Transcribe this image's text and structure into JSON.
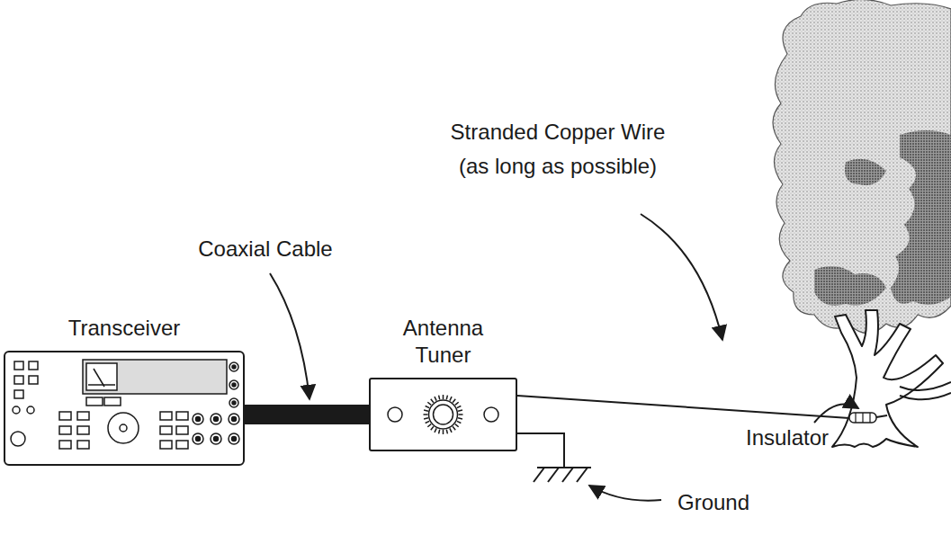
{
  "diagram": {
    "nodes": [
      {
        "text": [
          "Transceiver"
        ]
      },
      {
        "text": [
          "Antenna Tuner"
        ]
      }
    ],
    "edges": [
      {
        "from": 0,
        "to": 1,
        "arrow": "none"
      }
    ],
    "labels": [
      "Coaxial Cable",
      "Stranded Copper Wire (as long as possible)",
      "Insulator",
      "Ground"
    ]
  }
}
